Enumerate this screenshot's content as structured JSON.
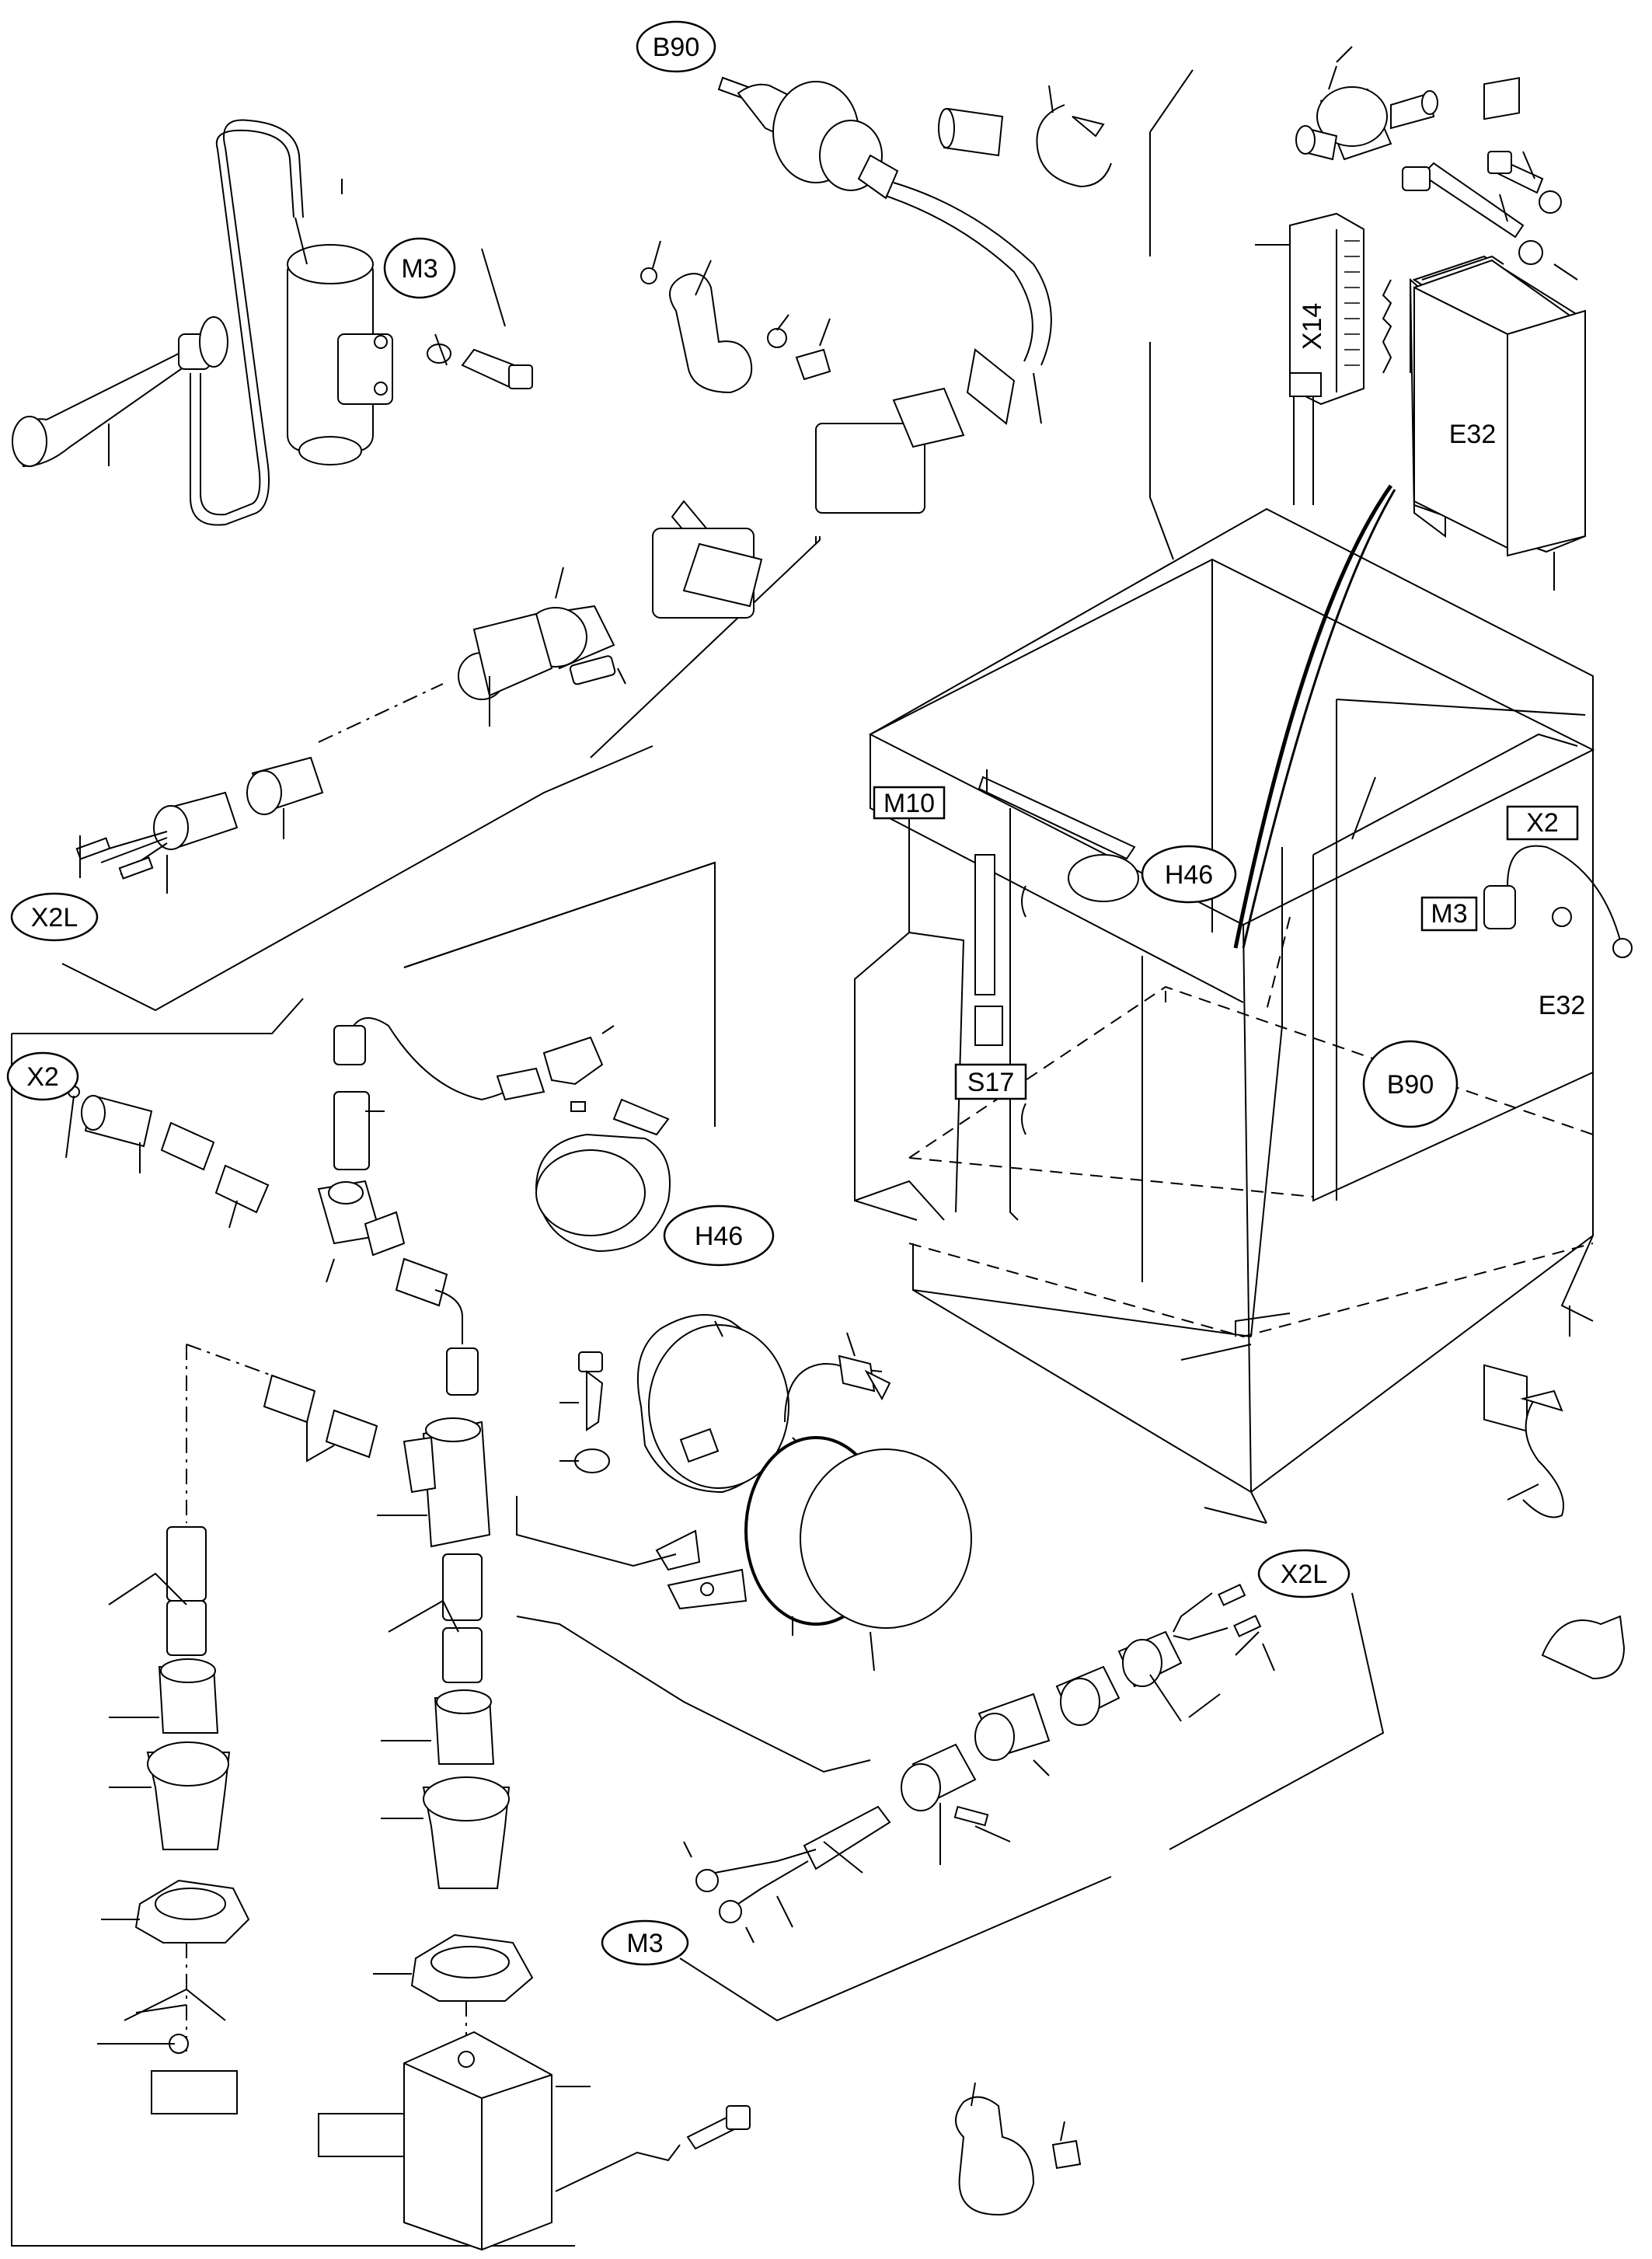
{
  "diagram": {
    "labels": {
      "b90_top": "B90",
      "m3_top": "M3",
      "x14": "X14",
      "e32_top": "E32",
      "x2l_left": "X2L",
      "m10": "M10",
      "h46_right": "H46",
      "x2_right": "X2",
      "m3_right": "M3",
      "e32_right": "E32",
      "s17": "S17",
      "b90_right": "B90",
      "x2_left": "X2",
      "h46_center": "H46",
      "x2l_bottom": "X2L",
      "m3_bottom": "M3"
    }
  }
}
